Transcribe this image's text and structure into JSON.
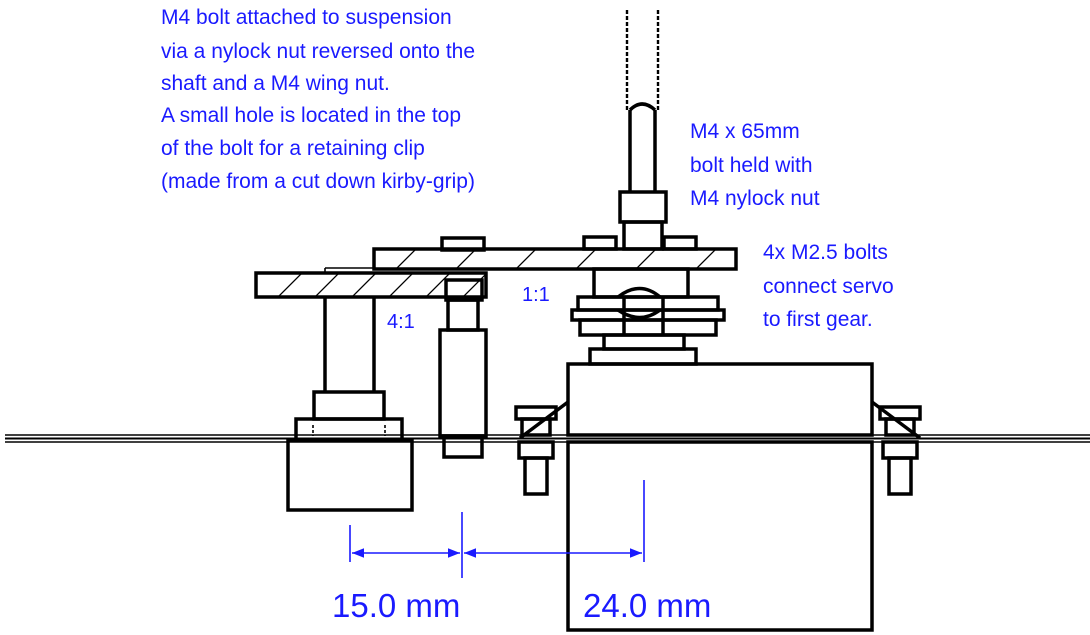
{
  "notes": {
    "suspension_bolt": [
      "M4 bolt attached to suspension",
      "via a nylock nut reversed onto the",
      "shaft and a M4 wing nut.",
      "A small hole is located in the top",
      "of the bolt for a retaining clip",
      "(made from a cut down kirby-grip)"
    ],
    "shaft_bolt": [
      "M4 x 65mm",
      "bolt held with",
      "M4 nylock nut"
    ],
    "servo_bolts": [
      "4x M2.5 bolts",
      "connect servo",
      "to first gear."
    ]
  },
  "ratios": {
    "left": "4:1",
    "right": "1:1"
  },
  "dimensions": {
    "left": "15.0 mm",
    "right": "24.0 mm"
  },
  "colors": {
    "ink": "#000000",
    "annotation": "#1a1aff"
  }
}
